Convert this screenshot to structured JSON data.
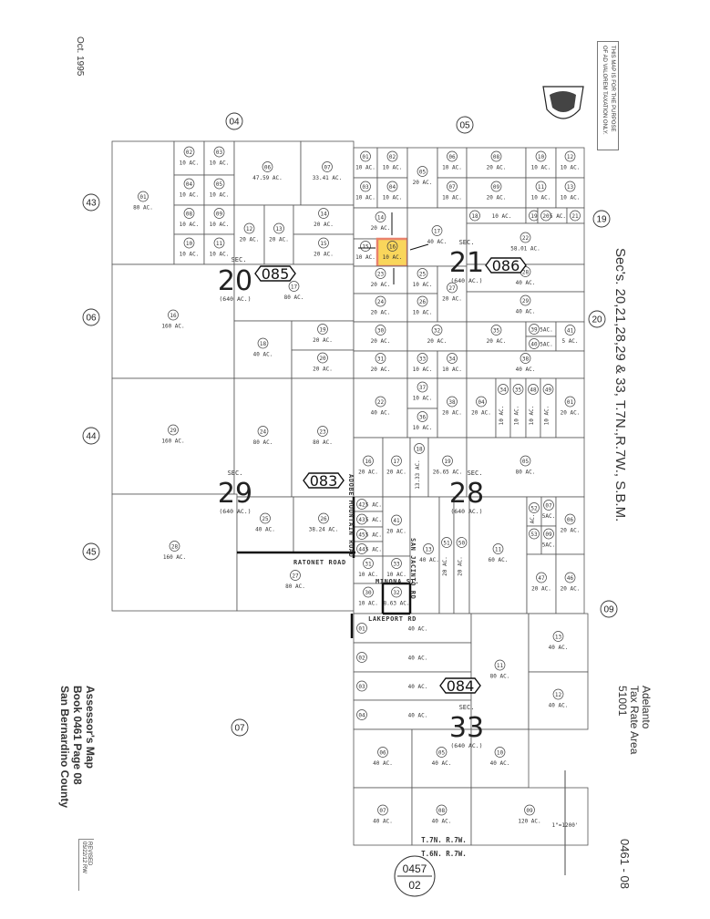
{
  "header": {
    "date": "Oct. 1995",
    "disclaimer": "THIS MAP IS FOR THE PURPOSE\nOF AD VALOREM TAXATION ONLY.",
    "sections_title": "Sec's. 20,21,28,29 & 33, T.7N.,R.7W., S.B.M."
  },
  "footer": {
    "assessor": "Assessor's Map\nBook 0461 Page 08\nSan Bernardino County",
    "revised": "REVISED\n05/22/12 RW",
    "tax_area": "Adelanto\nTax Rate Area\n51001",
    "map_number": "0461 - 08",
    "township_north": "T.7N.  R.7W.",
    "township_south": "T.6N.  R.7W.",
    "scale": "1\"=1200'",
    "adjacent_book_top": "0457",
    "adjacent_book_bottom": "02"
  },
  "colors": {
    "highlight_fill": "#f9d65b",
    "highlight_stroke": "#e9826c",
    "line": "#555555"
  },
  "highlighted_parcel": {
    "section": "21",
    "parcel": "16"
  },
  "adjacent_pages": [
    "04",
    "05",
    "43",
    "06",
    "44",
    "45",
    "19",
    "20",
    "09",
    "07"
  ],
  "sections": [
    {
      "sec_label": "SEC.",
      "number": "20",
      "area": "(640 AC.)",
      "block": "085",
      "parcels": [
        {
          "n": "01",
          "ac": "80 AC."
        },
        {
          "n": "02",
          "ac": "10 AC."
        },
        {
          "n": "03",
          "ac": "10 AC."
        },
        {
          "n": "04",
          "ac": "10 AC."
        },
        {
          "n": "05",
          "ac": "10 AC."
        },
        {
          "n": "06",
          "ac": "47.59 AC."
        },
        {
          "n": "07",
          "ac": "33.41 AC."
        },
        {
          "n": "08",
          "ac": "10 AC."
        },
        {
          "n": "09",
          "ac": "10 AC."
        },
        {
          "n": "10",
          "ac": "10 AC."
        },
        {
          "n": "11",
          "ac": "10 AC."
        },
        {
          "n": "12",
          "ac": "20 AC."
        },
        {
          "n": "13",
          "ac": "20 AC."
        },
        {
          "n": "14",
          "ac": "20 AC."
        },
        {
          "n": "15",
          "ac": "20 AC."
        },
        {
          "n": "16",
          "ac": "160 AC."
        },
        {
          "n": "17",
          "ac": "80 AC."
        },
        {
          "n": "18",
          "ac": "40 AC."
        },
        {
          "n": "19",
          "ac": "20 AC."
        },
        {
          "n": "20",
          "ac": "20 AC."
        }
      ]
    },
    {
      "sec_label": "SEC.",
      "number": "21",
      "area": "(640 AC.)",
      "block": "086",
      "parcels": [
        {
          "n": "01",
          "ac": "10 AC."
        },
        {
          "n": "02",
          "ac": "10 AC."
        },
        {
          "n": "03",
          "ac": "10 AC."
        },
        {
          "n": "04",
          "ac": "10 AC."
        },
        {
          "n": "05",
          "ac": "20 AC."
        },
        {
          "n": "06",
          "ac": "10 AC."
        },
        {
          "n": "07",
          "ac": "10 AC."
        },
        {
          "n": "08",
          "ac": "20 AC."
        },
        {
          "n": "09",
          "ac": "20 AC."
        },
        {
          "n": "10",
          "ac": "10 AC."
        },
        {
          "n": "11",
          "ac": "10 AC."
        },
        {
          "n": "12",
          "ac": "10 AC."
        },
        {
          "n": "13",
          "ac": "10 AC."
        },
        {
          "n": "14",
          "ac": "20 AC."
        },
        {
          "n": "15",
          "ac": "10 AC."
        },
        {
          "n": "16",
          "ac": "10 AC."
        },
        {
          "n": "17",
          "ac": "40 AC."
        },
        {
          "n": "18",
          "ac": "10 AC."
        },
        {
          "n": "19",
          "ac": ""
        },
        {
          "n": "20",
          "ac": "5 AC."
        },
        {
          "n": "21",
          "ac": ""
        },
        {
          "n": "22",
          "ac": "58.01 AC."
        },
        {
          "n": "23",
          "ac": "20 AC."
        },
        {
          "n": "24",
          "ac": "20 AC."
        },
        {
          "n": "25",
          "ac": "10 AC."
        },
        {
          "n": "26",
          "ac": "10 AC."
        },
        {
          "n": "27",
          "ac": "20 AC."
        },
        {
          "n": "28",
          "ac": "40 AC."
        },
        {
          "n": "29",
          "ac": "40 AC."
        },
        {
          "n": "30",
          "ac": "20 AC."
        },
        {
          "n": "32",
          "ac": "20 AC."
        },
        {
          "n": "35",
          "ac": "20 AC."
        },
        {
          "n": "39",
          "ac": "5AC."
        },
        {
          "n": "40",
          "ac": "5AC."
        },
        {
          "n": "41",
          "ac": "5 AC."
        },
        {
          "n": "31",
          "ac": "20 AC."
        },
        {
          "n": "33",
          "ac": "10 AC."
        },
        {
          "n": "34",
          "ac": "10 AC."
        },
        {
          "n": "38",
          "ac": "40 AC."
        }
      ]
    },
    {
      "sec_label": "SEC.",
      "number": "29",
      "area": "(640 AC.)",
      "block": "083",
      "parcels": [
        {
          "n": "29",
          "ac": "160 AC."
        },
        {
          "n": "24",
          "ac": "80 AC."
        },
        {
          "n": "23",
          "ac": "80 AC."
        },
        {
          "n": "28",
          "ac": "160 AC."
        },
        {
          "n": "25",
          "ac": "40 AC."
        },
        {
          "n": "26",
          "ac": "38.24 AC."
        },
        {
          "n": "27",
          "ac": "80 AC."
        }
      ]
    },
    {
      "sec_label": "SEC.",
      "number": "28",
      "area": "(640 AC.)",
      "block": "",
      "parcels": [
        {
          "n": "22",
          "ac": "40 AC."
        },
        {
          "n": "37",
          "ac": "10 AC."
        },
        {
          "n": "36",
          "ac": "10 AC."
        },
        {
          "n": "38",
          "ac": "20 AC."
        },
        {
          "n": "04",
          "ac": "20 AC."
        },
        {
          "n": "34",
          "ac": "10 AC."
        },
        {
          "n": "35",
          "ac": "10 AC."
        },
        {
          "n": "48",
          "ac": "10 AC."
        },
        {
          "n": "49",
          "ac": "10 AC."
        },
        {
          "n": "01",
          "ac": "20 AC."
        },
        {
          "n": "16",
          "ac": "20 AC."
        },
        {
          "n": "17",
          "ac": "20 AC."
        },
        {
          "n": "18",
          "ac": "13.33 AC."
        },
        {
          "n": "19",
          "ac": "26.65 AC."
        },
        {
          "n": "05",
          "ac": "80 AC."
        },
        {
          "n": "42",
          "ac": "5 AC."
        },
        {
          "n": "43",
          "ac": "5 AC."
        },
        {
          "n": "45",
          "ac": "5 AC."
        },
        {
          "n": "44",
          "ac": "5 AC."
        },
        {
          "n": "41",
          "ac": "20 AC."
        },
        {
          "n": "13",
          "ac": "40 AC."
        },
        {
          "n": "51",
          "ac": "20 AC."
        },
        {
          "n": "50",
          "ac": "20 AC."
        },
        {
          "n": "11",
          "ac": "60 AC."
        },
        {
          "n": "52",
          "ac": "AC."
        },
        {
          "n": "53",
          "ac": ""
        },
        {
          "n": "07",
          "ac": "5AC."
        },
        {
          "n": "09",
          "ac": "5AC."
        },
        {
          "n": "06",
          "ac": "20 AC."
        },
        {
          "n": "47",
          "ac": "20 AC."
        },
        {
          "n": "46",
          "ac": "20 AC."
        },
        {
          "n": "31",
          "ac": "10 AC."
        },
        {
          "n": "33",
          "ac": "10 AC."
        },
        {
          "n": "30",
          "ac": "10 AC."
        },
        {
          "n": "32",
          "ac": "8.63 AC."
        }
      ]
    },
    {
      "sec_label": "SEC.",
      "number": "33",
      "area": "(640 AC.)",
      "block": "084",
      "parcels": [
        {
          "n": "01",
          "ac": "40 AC."
        },
        {
          "n": "02",
          "ac": "40 AC."
        },
        {
          "n": "03",
          "ac": "40 AC."
        },
        {
          "n": "04",
          "ac": "40 AC."
        },
        {
          "n": "11",
          "ac": "80 AC."
        },
        {
          "n": "13",
          "ac": "40 AC."
        },
        {
          "n": "12",
          "ac": "40 AC."
        },
        {
          "n": "06",
          "ac": "40 AC."
        },
        {
          "n": "05",
          "ac": "40 AC."
        },
        {
          "n": "10",
          "ac": "40 AC."
        },
        {
          "n": "07",
          "ac": "40 AC."
        },
        {
          "n": "08",
          "ac": "40 AC."
        },
        {
          "n": "09",
          "ac": "120 AC."
        }
      ]
    }
  ],
  "roads": [
    {
      "name": "ADOBE MOUNTAIN ROAD"
    },
    {
      "name": "RATONET  ROAD"
    },
    {
      "name": "MINONA ST."
    },
    {
      "name": "SAN JACINTO RD"
    },
    {
      "name": "LAKEPORT RD"
    }
  ]
}
